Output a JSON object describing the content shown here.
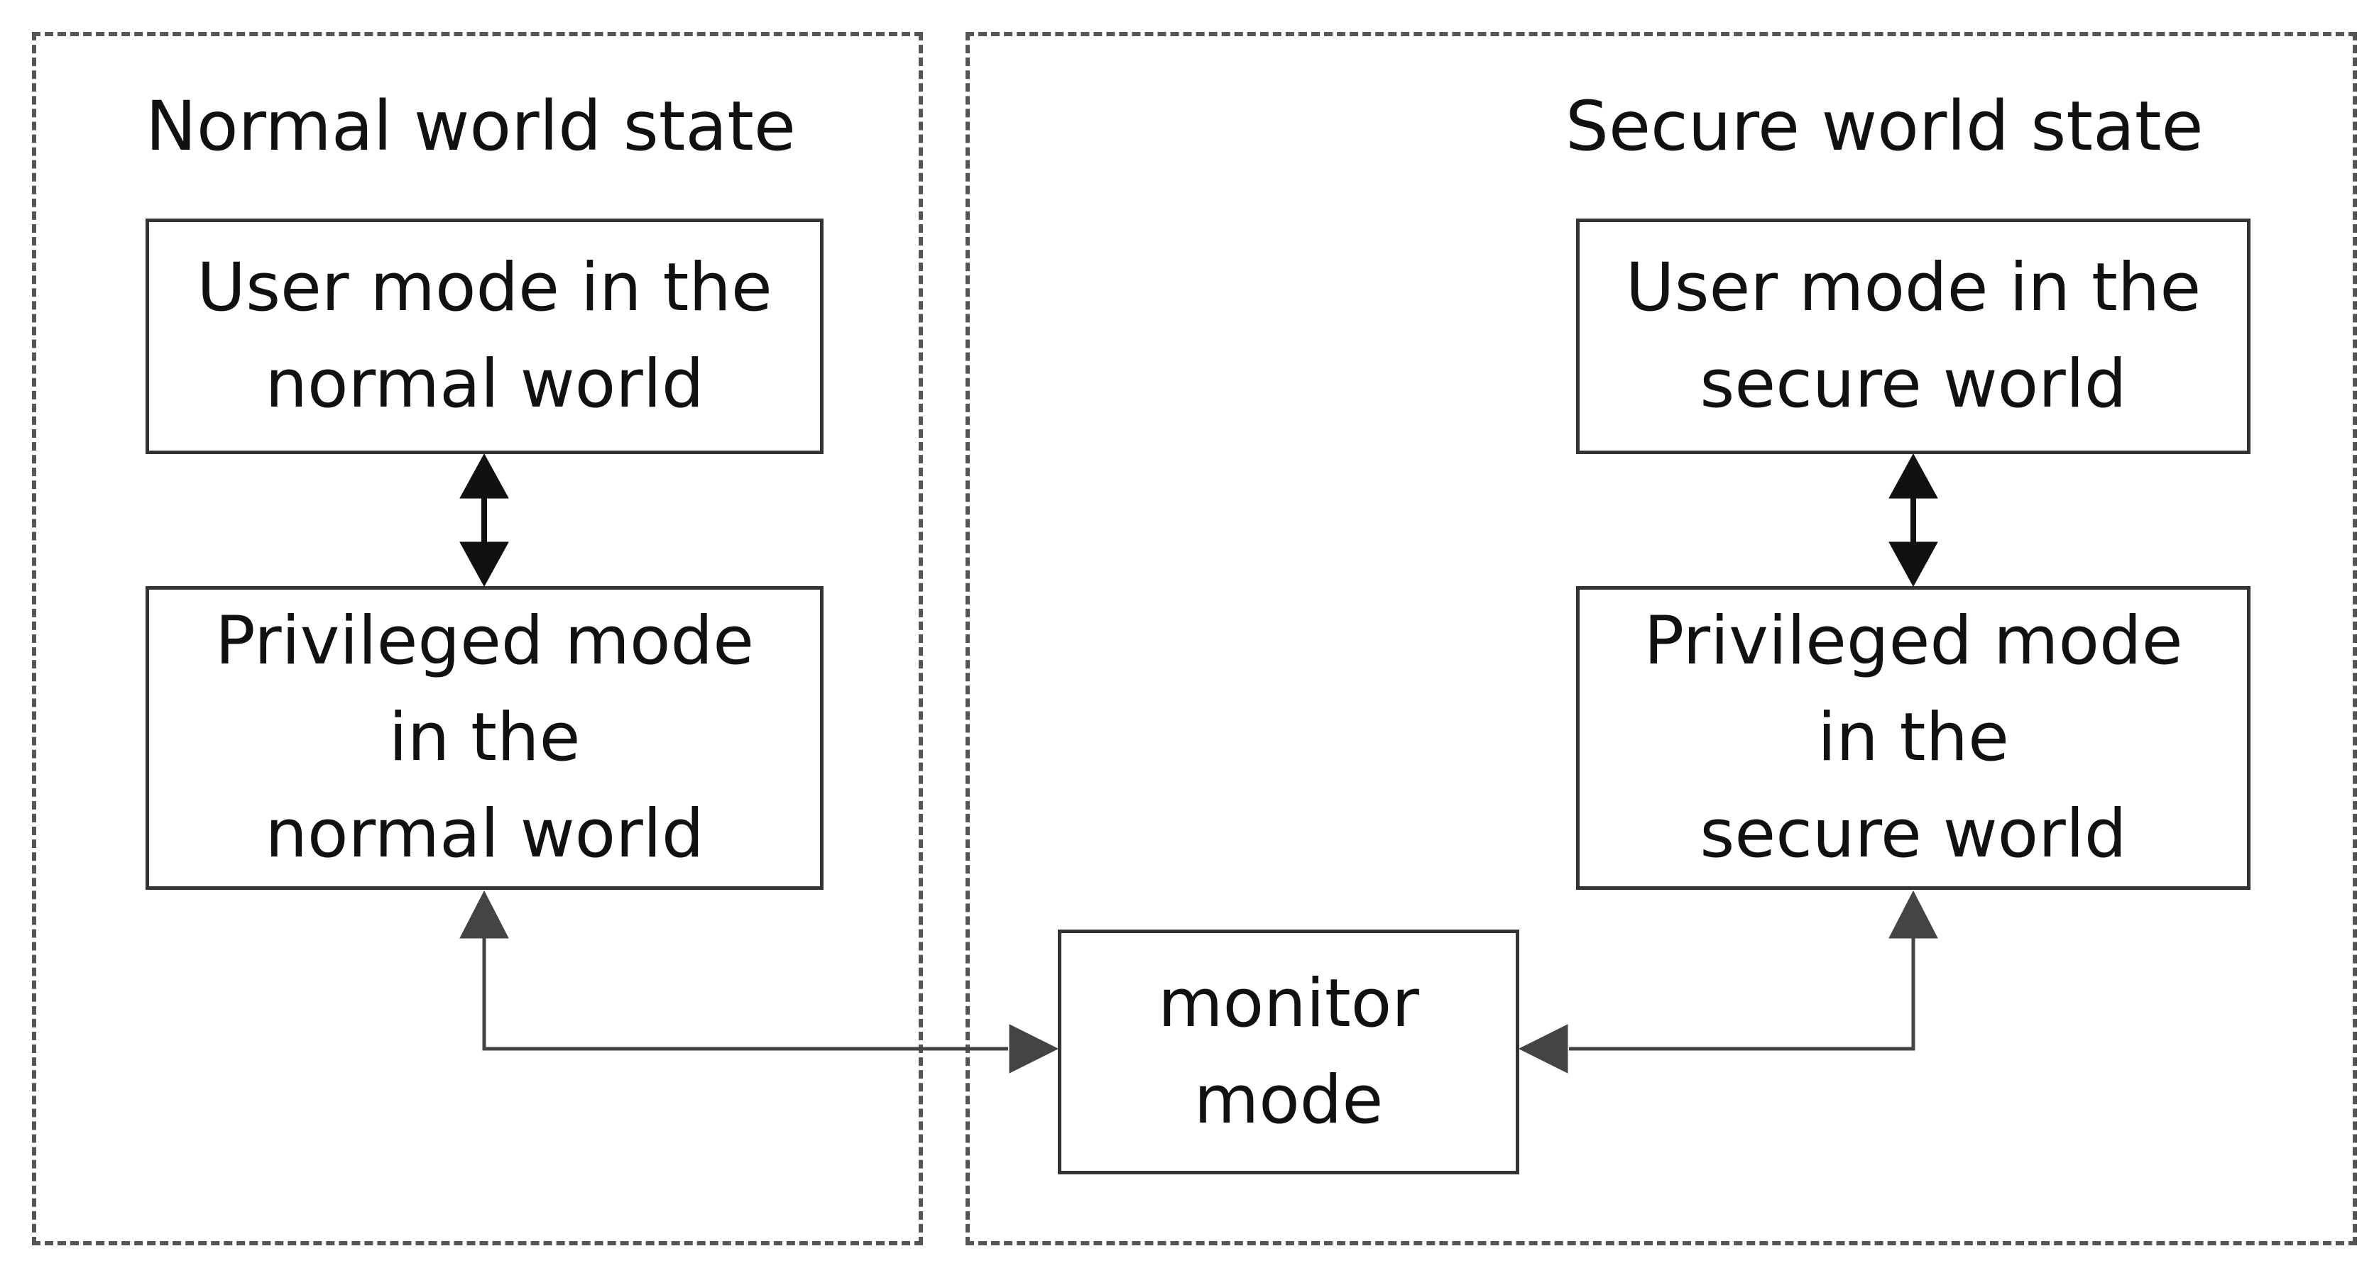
{
  "colors": {
    "line": "#333333",
    "dashed_border": "#555555",
    "background": "#ffffff",
    "text": "#111111"
  },
  "normal_world": {
    "title": "Normal world state",
    "user_mode": [
      "User mode in the",
      "normal world"
    ],
    "privileged_mode": [
      "Privileged mode",
      "in the",
      "normal world"
    ]
  },
  "secure_world": {
    "title": "Secure world state",
    "user_mode": [
      "User mode in the",
      "secure world"
    ],
    "privileged_mode": [
      "Privileged mode",
      "in the",
      "secure world"
    ]
  },
  "monitor": {
    "label": [
      "monitor",
      "mode"
    ]
  }
}
